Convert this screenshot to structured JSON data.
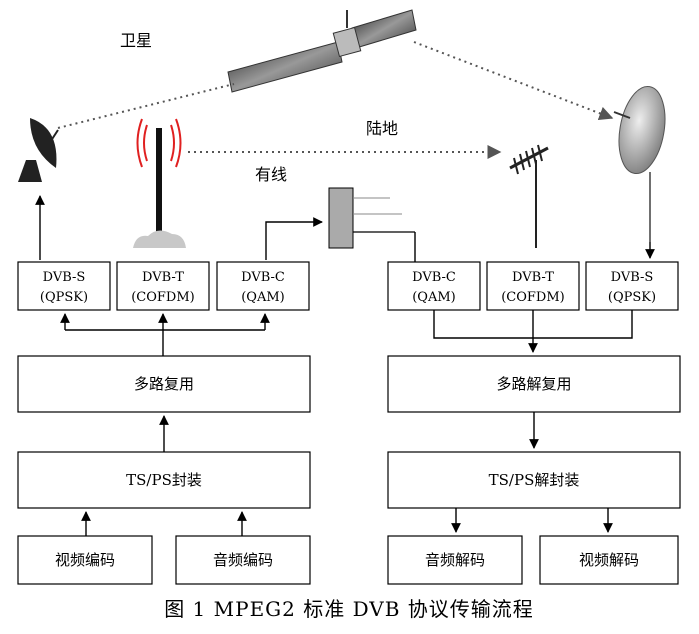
{
  "labels": {
    "satellite": "卫星",
    "terrestrial": "陆地",
    "cable": "有线"
  },
  "tx": {
    "dvb_s": {
      "line1": "DVB-S",
      "line2": "(QPSK)"
    },
    "dvb_t": {
      "line1": "DVB-T",
      "line2": "(COFDM)"
    },
    "dvb_c": {
      "line1": "DVB-C",
      "line2": "(QAM)"
    },
    "mux": "多路复用",
    "encap": "TS/PS封装",
    "video_enc": "视频编码",
    "audio_enc": "音频编码"
  },
  "rx": {
    "dvb_c": {
      "line1": "DVB-C",
      "line2": "(QAM)"
    },
    "dvb_t": {
      "line1": "DVB-T",
      "line2": "(COFDM)"
    },
    "dvb_s": {
      "line1": "DVB-S",
      "line2": "(QPSK)"
    },
    "demux": "多路解复用",
    "decap": "TS/PS解封装",
    "audio_dec": "音频解码",
    "video_dec": "视频解码"
  },
  "caption": "图 1 MPEG2 标准 DVB 协议传输流程",
  "colors": {
    "signal_red": "#e02020",
    "dish_gray": "#707070",
    "tower_base": "#c8c8c8"
  }
}
